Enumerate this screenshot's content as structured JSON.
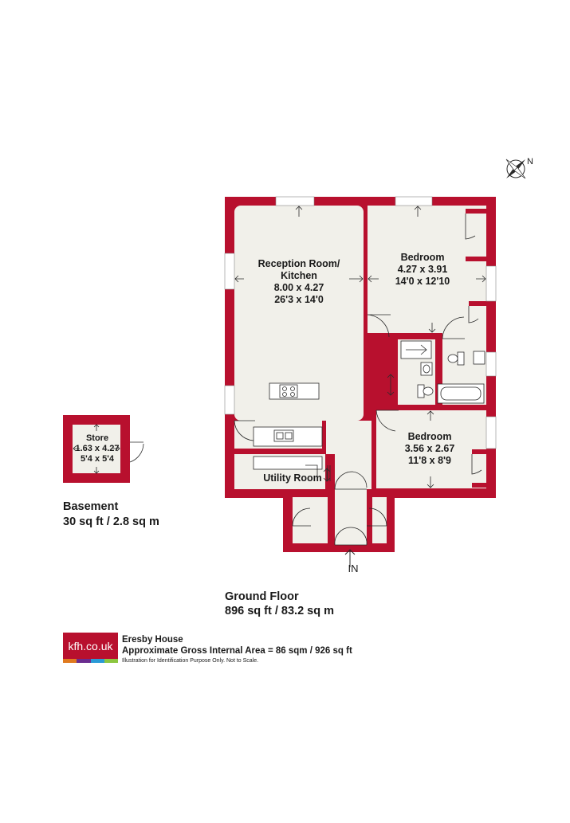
{
  "compass": {
    "label": "N"
  },
  "ground_floor": {
    "rooms": [
      {
        "name": "Reception Room/",
        "name2": "Kitchen",
        "metric": "8.00 x 4.27",
        "imperial": "26'3 x 14'0"
      },
      {
        "name": "Bedroom",
        "metric": "4.27 x 3.91",
        "imperial": "14'0 x 12'10"
      },
      {
        "name": "Bedroom",
        "metric": "3.56 x 2.67",
        "imperial": "11'8 x 8'9"
      },
      {
        "name": "Utility Room"
      }
    ],
    "entrance": "IN",
    "title": "Ground Floor",
    "area": "896 sq ft / 83.2 sq m"
  },
  "basement": {
    "store": {
      "name": "Store",
      "metric": "1.63 x 4.27",
      "imperial": "5'4 x 5'4"
    },
    "title": "Basement",
    "area": "30 sq ft / 2.8 sq m"
  },
  "footer": {
    "logo": "kfh.co.uk",
    "logo_colors": [
      "#e07a1f",
      "#6a2c8f",
      "#2a9ad6",
      "#8cc63f"
    ],
    "property": "Eresby House",
    "gross_area": "Approximate Gross Internal Area = 86 sqm / 926 sq ft",
    "disclaimer": "Illustration for Identification Purpose Only. Not to Scale."
  }
}
